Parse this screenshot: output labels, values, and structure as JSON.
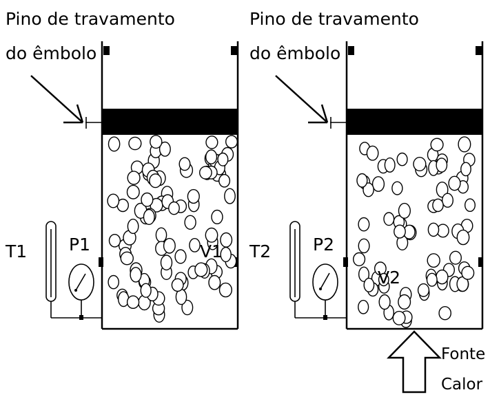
{
  "left_panel": {
    "pin_label_line1": "Pino de travamento",
    "pin_label_line2": "do êmbolo",
    "thermometer_label": "T1",
    "gauge_label": "P1",
    "volume_label": "V1"
  },
  "right_panel": {
    "pin_label_line1": "Pino de travamento",
    "pin_label_line2": "do êmbolo",
    "thermometer_label": "T2",
    "gauge_label": "P2",
    "volume_label": "V2",
    "heat_label_line1": "Fonte",
    "heat_label_line2": "Calor"
  }
}
